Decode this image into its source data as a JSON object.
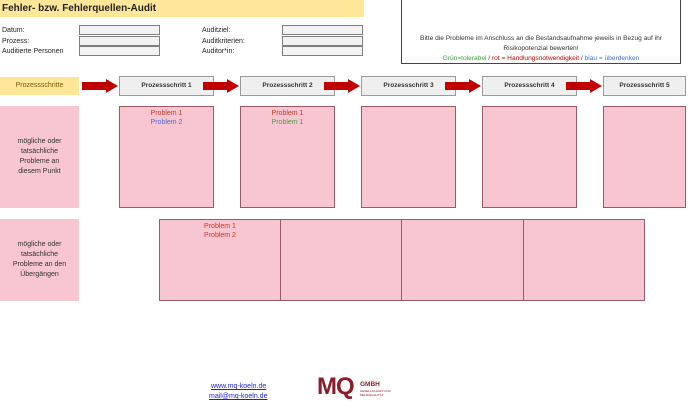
{
  "title": "Fehler- bzw. Fehlerquellen-Audit",
  "left_fields": [
    "Datum:",
    "Prozess:",
    "Auditierte Personen"
  ],
  "right_fields": [
    "Auditziel:",
    "Auditkriterien:",
    "Auditor*in:"
  ],
  "info": {
    "line1": "Bitte die Probleme im Anschluss an die Bestandsaufnahme jeweils in Bezug auf ihr",
    "line2": "Risikopotenzial bewerten!",
    "legend_green": "Grün=tolerabel",
    "legend_red": "rot = Handlungsnotwendigkeit",
    "legend_blue": "blau = überdenken",
    "separator": " / "
  },
  "process": {
    "row_label": "Prozessschritte",
    "steps": [
      "Prozessschritt 1",
      "Prozessschritt 2",
      "Prozessschritt 3",
      "Prozessschritt 4",
      "Prozessschritt 5"
    ]
  },
  "points": {
    "label": "mögliche oder tatsächliche Probleme an diesem Punkt",
    "box1": [
      "Problem 1",
      "Problem 2"
    ],
    "box2": [
      "Problem 1",
      "Problem 1"
    ]
  },
  "transitions": {
    "label": "mögliche oder tatsächliche Probleme an den Übergängen",
    "box1": [
      "Problem 1",
      "Problem 2"
    ]
  },
  "footer": {
    "web": "www.mq-koeln.de",
    "mail": "mail@mq-koeln.de",
    "logo_main": "MQ",
    "logo_gmbh": "GMBH",
    "logo_sub": "GESELLSCHAFT FÜR MEHRQUALITÄT"
  },
  "colors": {
    "header_yellow": "#ffe699",
    "problem_pink": "#f7c6d0",
    "arrow_red": "#c00000",
    "logo_red": "#8c1c2a"
  }
}
